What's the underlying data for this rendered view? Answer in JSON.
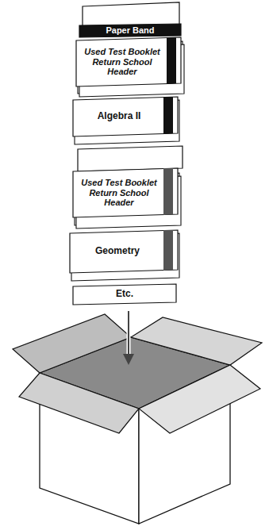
{
  "diagram": {
    "nodes": [
      {
        "text": [
          "Paper Band"
        ]
      },
      {
        "text": [
          "Used Test Booklet Return School Header"
        ]
      },
      {
        "text": [
          "Algebra II"
        ]
      },
      {
        "text": [
          "Used Test Booklet Return School Header"
        ]
      },
      {
        "text": [
          "Geometry"
        ]
      },
      {
        "text": [
          "Etc."
        ]
      }
    ]
  }
}
